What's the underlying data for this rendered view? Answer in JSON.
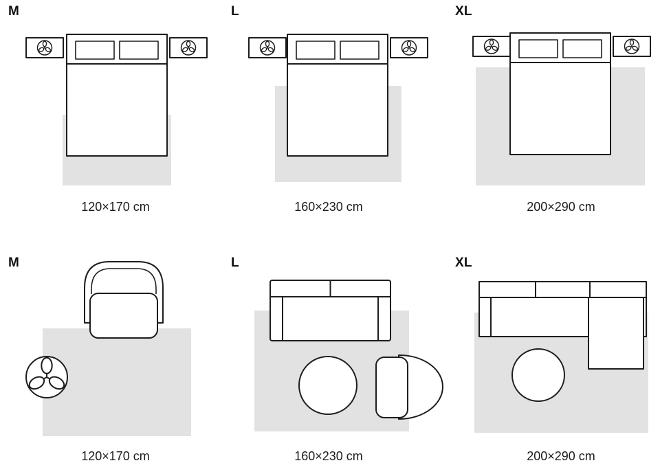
{
  "colors": {
    "rug": "#e2e2e2",
    "outline": "#1d1d1d",
    "text": "#111111",
    "background": "#ffffff"
  },
  "rows": [
    {
      "room": "bedroom",
      "panels": [
        {
          "size_label": "M",
          "dimensions": "120×170 cm"
        },
        {
          "size_label": "L",
          "dimensions": "160×230 cm"
        },
        {
          "size_label": "XL",
          "dimensions": "200×290 cm"
        }
      ]
    },
    {
      "room": "living-room",
      "panels": [
        {
          "size_label": "M",
          "dimensions": "120×170 cm"
        },
        {
          "size_label": "L",
          "dimensions": "160×230 cm"
        },
        {
          "size_label": "XL",
          "dimensions": "200×290 cm"
        }
      ]
    }
  ],
  "icons": {
    "plant": "plant-icon"
  }
}
